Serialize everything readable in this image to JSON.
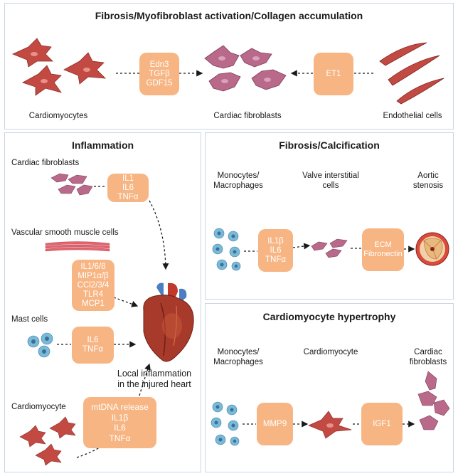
{
  "top": {
    "title": "Fibrosis/Myofibroblast activation/Collagen accumulation",
    "box_left": [
      "Edn3",
      "TGFβ",
      "GDF15"
    ],
    "box_right": [
      "ET1"
    ],
    "labels": {
      "cardiomyocytes": "Cardiomyocytes",
      "fibroblasts": "Cardiac fibroblasts",
      "endothelial": "Endothelial cells"
    }
  },
  "inflammation": {
    "title": "Inflammation",
    "labels": {
      "fibroblasts": "Cardiac fibroblasts",
      "vsmc": "Vascular smooth muscle cells",
      "mast": "Mast cells",
      "cardiomyocyte": "Cardiomyocyte",
      "local1": "Local inflammation",
      "local2": "in the injured heart"
    },
    "box_fibro": [
      "IL1",
      "IL6",
      "TNFα"
    ],
    "box_vsmc": [
      "IL1/6/8",
      "MIP1α/β",
      "CCl2/3/4",
      "TLR4",
      "MCP1"
    ],
    "box_mast": [
      "IL6",
      "TNFα"
    ],
    "box_cardio": [
      "mtDNA release",
      "IL1β",
      "IL6",
      "TNFα"
    ]
  },
  "calcification": {
    "title": "Fibrosis/Calcification",
    "labels": {
      "mono1": "Monocytes/",
      "mono2": "Macrophages",
      "valve1": "Valve interstitial",
      "valve2": "cells",
      "aortic1": "Aortic",
      "aortic2": "stenosis"
    },
    "box_il": [
      "IL1β",
      "IL6",
      "TNFα"
    ],
    "box_ecm": [
      "ECM",
      "Fibronectin"
    ]
  },
  "hypertrophy": {
    "title": "Cardiomyocyte hypertrophy",
    "labels": {
      "mono1": "Monocytes/",
      "mono2": "Macrophages",
      "cardio": "Cardiomyocyte",
      "fib1": "Cardiac",
      "fib2": "fibroblasts"
    },
    "box_mmp": [
      "MMP9"
    ],
    "box_igf": [
      "IGF1"
    ]
  },
  "colors": {
    "box": "#f7b583",
    "panel_border": "#c9d6e6",
    "cardiomyocyte": "#c24a43",
    "fibroblast": "#b9698a",
    "monocyte": "#7ab9d8"
  }
}
